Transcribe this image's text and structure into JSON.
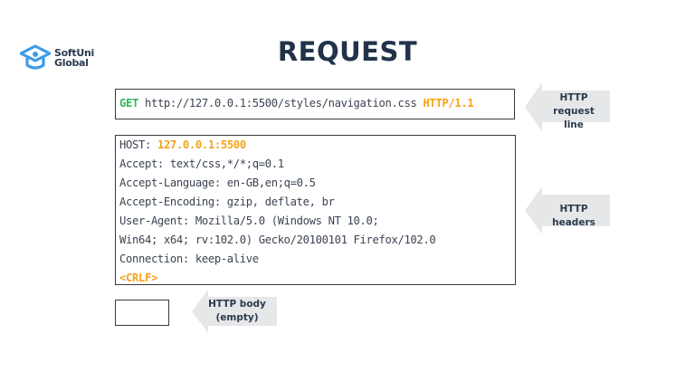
{
  "logo": {
    "line1": "SoftUni",
    "line2": "Global",
    "icon": "graduation-cap-icon",
    "color": "#3d9be9"
  },
  "title": "REQUEST",
  "request_line": {
    "method": "GET",
    "url": "http://127.0.0.1:5500/styles/navigation.css",
    "version": "HTTP/1.1"
  },
  "headers": {
    "host_key": "HOST:",
    "host_value": "127.0.0.1:5500",
    "lines": [
      "Accept: text/css,*/*;q=0.1",
      "Accept-Language: en-GB,en;q=0.5",
      "Accept-Encoding: gzip, deflate, br",
      "User-Agent: Mozilla/5.0 (Windows NT 10.0;",
      "Win64; x64; rv:102.0) Gecko/20100101 Firefox/102.0",
      "Connection: keep-alive"
    ],
    "terminator": "<CRLF>"
  },
  "labels": {
    "request_line": [
      "HTTP request",
      "line"
    ],
    "headers": "HTTP headers",
    "body": [
      "HTTP body",
      "(empty)"
    ]
  },
  "colors": {
    "method": "#2db85b",
    "highlight": "#f5a31a",
    "title": "#223349",
    "arrow": "#e6e7e8"
  }
}
